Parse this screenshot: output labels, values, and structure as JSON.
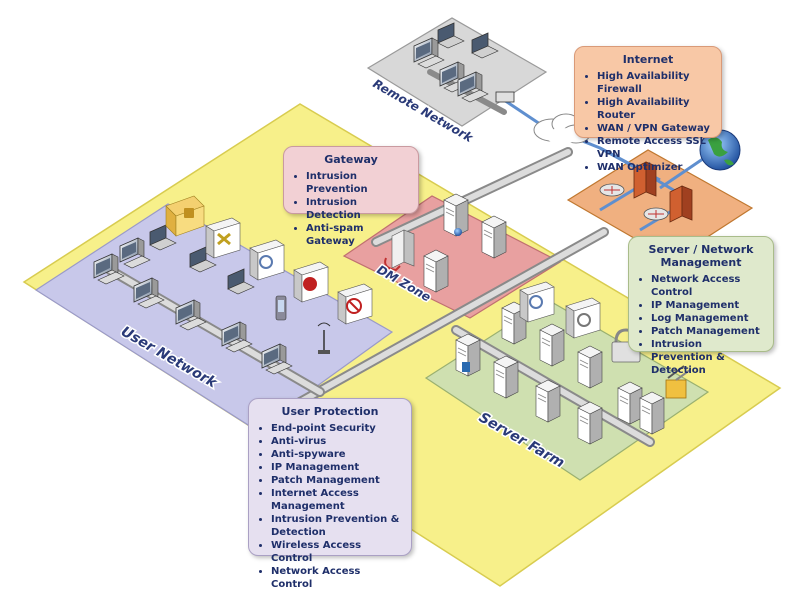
{
  "zones": {
    "remote_network": "Remote Network",
    "user_network": "User Network",
    "dm_zone": "DM Zone",
    "server_farm": "Server Farm"
  },
  "internet": {
    "title": "Internet",
    "items": [
      "High Availability Firewall",
      "High Availability Router",
      "WAN / VPN Gateway",
      "Remote Access SSL VPN",
      "WAN Optimizer"
    ]
  },
  "gateway": {
    "title": "Gateway",
    "items": [
      "Intrusion Prevention",
      "Intrusion Detection",
      "Anti-spam Gateway"
    ]
  },
  "server_management": {
    "title": "Server / Network Management",
    "items": [
      "Network Access Control",
      "IP Management",
      "Log Management",
      "Patch Management",
      "Intrusion Prevention & Detection"
    ]
  },
  "user_protection": {
    "title": "User Protection",
    "items": [
      "End-point Security",
      "Anti-virus",
      "Anti-spyware",
      "IP Management",
      "Patch Management",
      "Internet Access Management",
      "Intrusion Prevention & Detection",
      "Wireless Access Control",
      "Network Access Control"
    ]
  },
  "colors": {
    "main_platform": "#f7f08a",
    "user_zone": "#c8c8ea",
    "dm_zone": "#e8a0a0",
    "server_zone": "#cfe0b0",
    "internet_zone": "#f0b080",
    "remote_zone": "#d8d8d8",
    "link": "#5f8fcf",
    "pipe": "#c8c8c8"
  }
}
